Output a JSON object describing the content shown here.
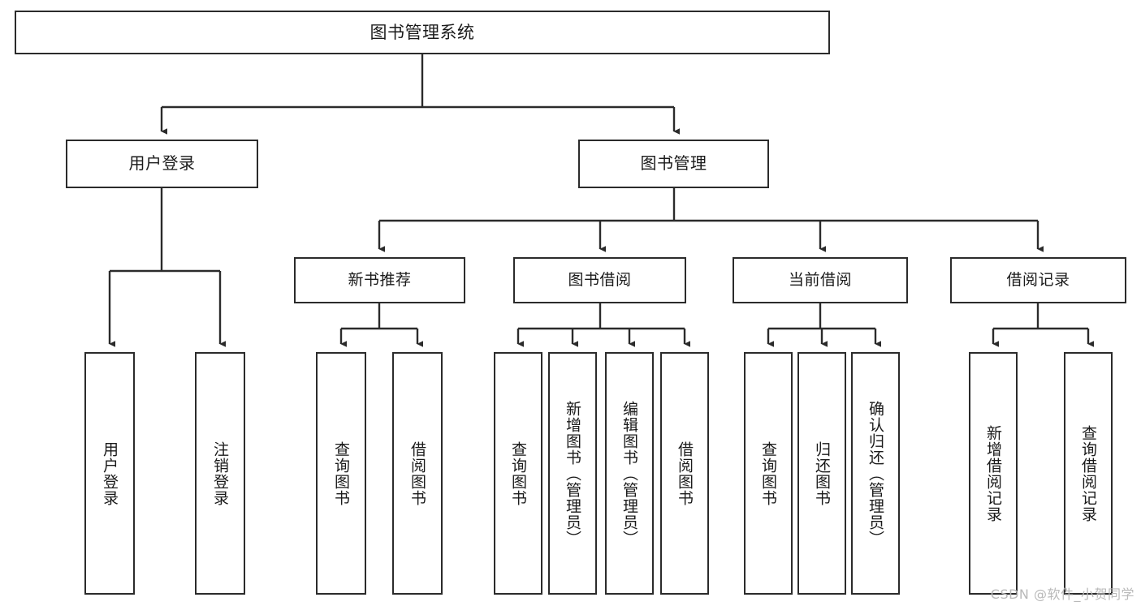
{
  "diagram": {
    "type": "tree",
    "title": "图书管理系统",
    "orientation": "top-down",
    "colors": {
      "node_border": "#2b2b2b",
      "node_fill": "#ffffff",
      "edge": "#2b2b2b",
      "text": "#1a1a1a",
      "watermark": "#b9b9b9"
    },
    "watermark": "CSDN @软件_小贺同学",
    "nodes": {
      "root": {
        "label": "图书管理系统"
      },
      "level1": [
        {
          "id": "user-login",
          "label": "用户登录"
        },
        {
          "id": "book-manage",
          "label": "图书管理"
        }
      ],
      "level2": [
        {
          "id": "new-book-recommend",
          "label": "新书推荐"
        },
        {
          "id": "book-borrow",
          "label": "图书借阅"
        },
        {
          "id": "current-borrow",
          "label": "当前借阅"
        },
        {
          "id": "borrow-record",
          "label": "借阅记录"
        }
      ],
      "leaves": {
        "user-login": [
          {
            "id": "leaf-user-login",
            "label": "用户登录"
          },
          {
            "id": "leaf-logout-login",
            "label": "注销登录"
          }
        ],
        "new-book-recommend": [
          {
            "id": "leaf-query-book-1",
            "label": "查询图书"
          },
          {
            "id": "leaf-borrow-book-1",
            "label": "借阅图书"
          }
        ],
        "book-borrow": [
          {
            "id": "leaf-query-book-2",
            "label": "查询图书"
          },
          {
            "id": "leaf-add-book",
            "label": "新增图书（管理员）"
          },
          {
            "id": "leaf-edit-book",
            "label": "编辑图书（管理员）"
          },
          {
            "id": "leaf-borrow-book-2",
            "label": "借阅图书"
          }
        ],
        "current-borrow": [
          {
            "id": "leaf-query-book-3",
            "label": "查询图书"
          },
          {
            "id": "leaf-return-book",
            "label": "归还图书"
          },
          {
            "id": "leaf-confirm-return",
            "label": "确认归还（管理员）"
          }
        ],
        "borrow-record": [
          {
            "id": "leaf-add-record",
            "label": "新增借阅记录"
          },
          {
            "id": "leaf-query-record",
            "label": "查询借阅记录"
          }
        ]
      }
    }
  }
}
